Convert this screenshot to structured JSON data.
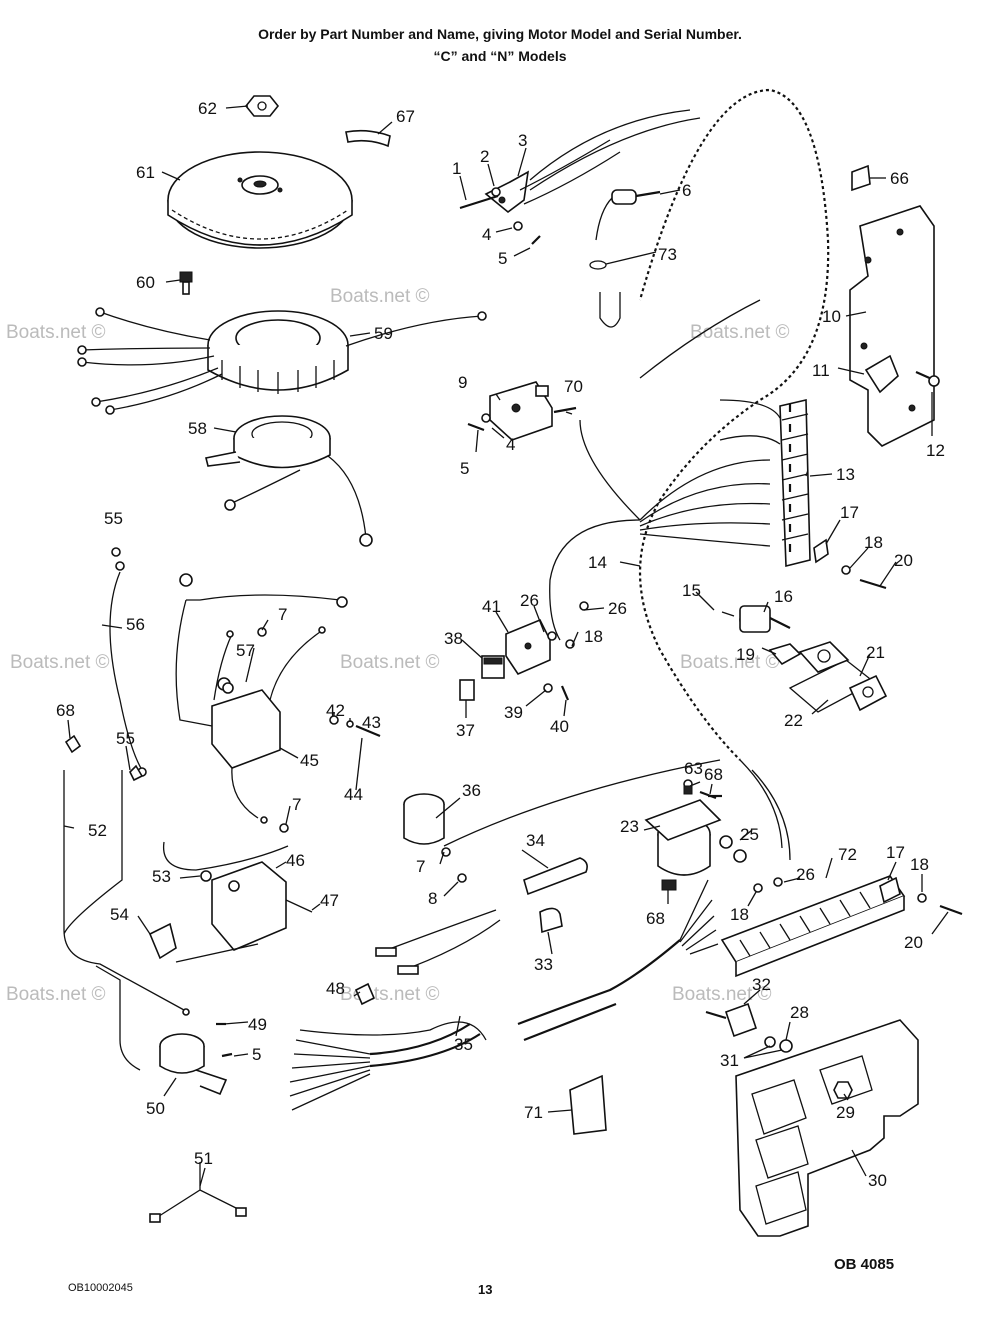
{
  "header": {
    "line1": "Order by Part Number and Name, giving Motor Model and Serial Number.",
    "line2": "“C” and “N” Models"
  },
  "footer": {
    "left_code": "OB10002045",
    "page_number": "13",
    "diagram_code": "OB 4085"
  },
  "watermark": "Boats.net ©",
  "callouts": {
    "c1": "1",
    "c2": "2",
    "c3": "3",
    "c4a": "4",
    "c4b": "4",
    "c5a": "5",
    "c5b": "5",
    "c5c": "5",
    "c6": "6",
    "c7a": "7",
    "c7b": "7",
    "c7c": "7",
    "c8": "8",
    "c9": "9",
    "c10": "10",
    "c11": "11",
    "c12": "12",
    "c13": "13",
    "c14": "14",
    "c15": "15",
    "c16": "16",
    "c17a": "17",
    "c17b": "17",
    "c18a": "18",
    "c18b": "18",
    "c18c": "18",
    "c18d": "18",
    "c19": "19",
    "c20a": "20",
    "c20b": "20",
    "c21": "21",
    "c22": "22",
    "c23": "23",
    "c25": "25",
    "c26a": "26",
    "c26b": "26",
    "c26c": "26",
    "c28": "28",
    "c29": "29",
    "c30": "30",
    "c31": "31",
    "c32": "32",
    "c33": "33",
    "c34": "34",
    "c35": "35",
    "c36": "36",
    "c37": "37",
    "c38": "38",
    "c39": "39",
    "c40": "40",
    "c41": "41",
    "c42": "42",
    "c43": "43",
    "c44": "44",
    "c45": "45",
    "c46": "46",
    "c47": "47",
    "c48": "48",
    "c49": "49",
    "c50": "50",
    "c51": "51",
    "c52": "52",
    "c53": "53",
    "c54": "54",
    "c55a": "55",
    "c55b": "55",
    "c56": "56",
    "c57": "57",
    "c58": "58",
    "c59": "59",
    "c60": "60",
    "c61": "61",
    "c62": "62",
    "c63": "63",
    "c66": "66",
    "c67": "67",
    "c68a": "68",
    "c68b": "68",
    "c68c": "68",
    "c70": "70",
    "c71": "71",
    "c72": "72",
    "c73": "73"
  }
}
